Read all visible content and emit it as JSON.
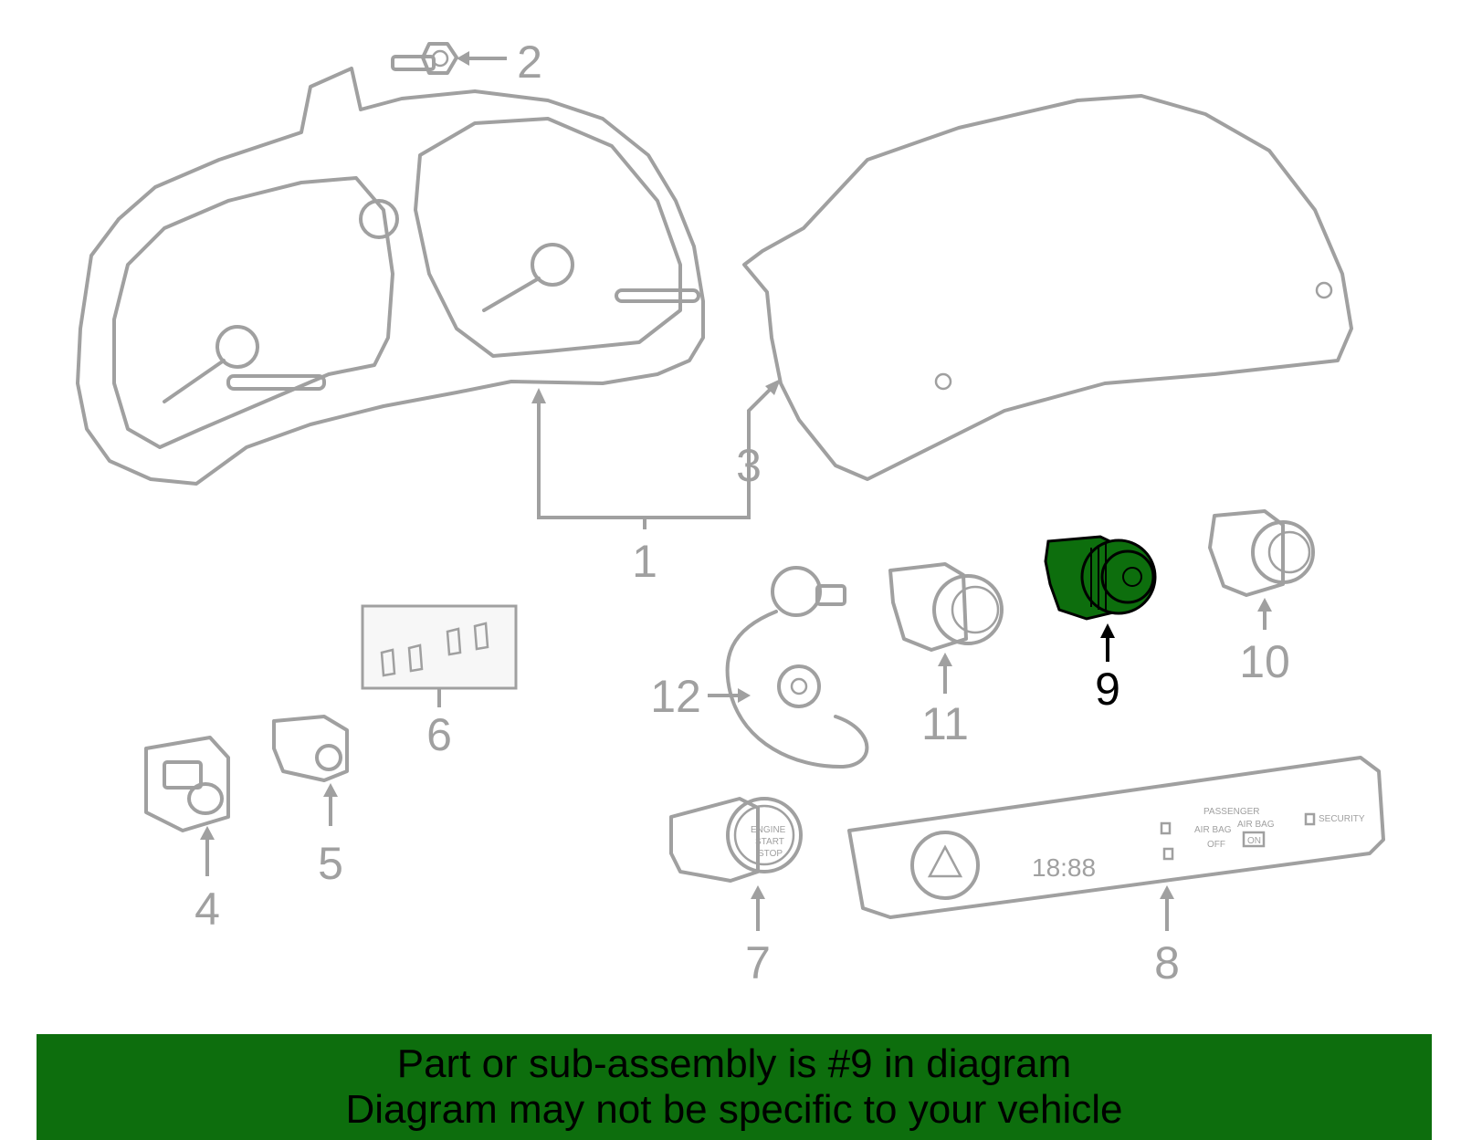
{
  "diagram": {
    "callouts": [
      "1",
      "2",
      "3",
      "4",
      "5",
      "6",
      "7",
      "8",
      "9",
      "10",
      "11",
      "12"
    ],
    "highlighted_callout": "9",
    "highlight_color": "#0d6e0d",
    "part_color": "#a0a0a0",
    "panel_labels": {
      "passenger": "PASSENGER",
      "air_bag_left": "AIR BAG",
      "air_bag_right": "AIR BAG",
      "off": "OFF",
      "on": "ON",
      "security": "SECURITY",
      "clock": "18:88"
    },
    "start_button": {
      "line1": "ENGINE",
      "line2": "START",
      "line3": "STOP"
    }
  },
  "banner": {
    "line1": "Part or sub-assembly is #9 in diagram",
    "line2": "Diagram may not be specific to your vehicle",
    "background": "#0d6e0d"
  }
}
